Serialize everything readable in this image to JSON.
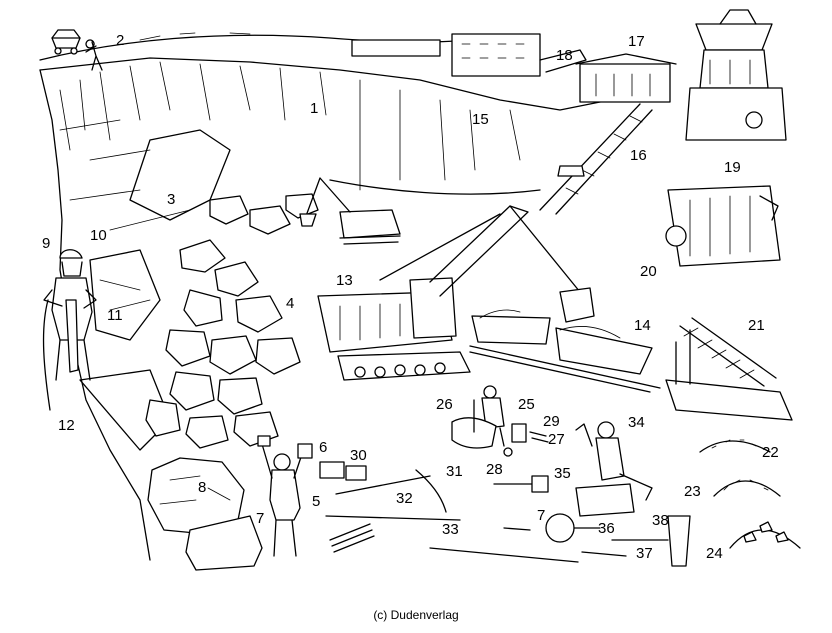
{
  "caption": "(c) Dudenverlag",
  "callouts": [
    "1",
    "2",
    "3",
    "4",
    "5",
    "6",
    "7",
    "8",
    "9",
    "10",
    "11",
    "12",
    "13",
    "14",
    "15",
    "16",
    "17",
    "18",
    "19",
    "20",
    "21",
    "22",
    "23",
    "24",
    "25",
    "26",
    "27",
    "28",
    "29",
    "30",
    "31",
    "32",
    "33",
    "34",
    "35",
    "7",
    "36",
    "37",
    "38"
  ]
}
